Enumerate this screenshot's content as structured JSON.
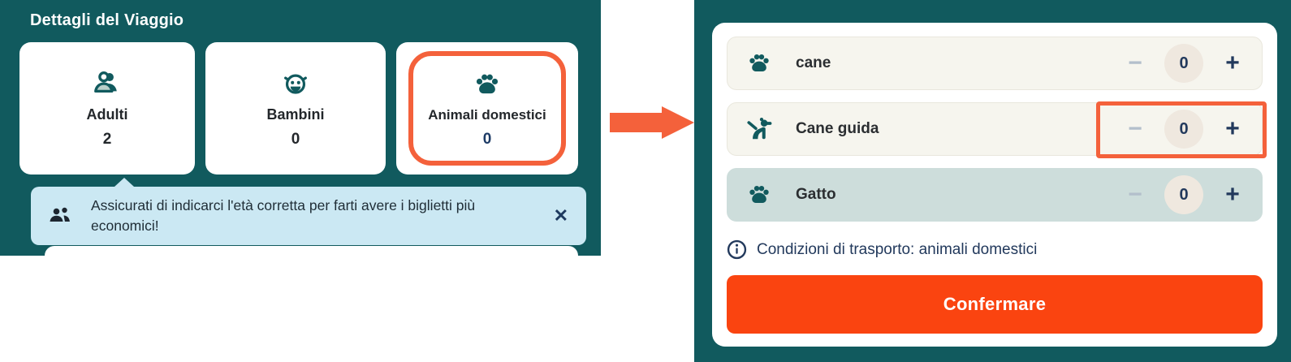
{
  "colors": {
    "teal": "#115a5e",
    "navy": "#22395c",
    "annotation_orange": "#f4613b",
    "button_orange": "#fa4410",
    "banner_blue": "#cbe8f3",
    "row_cream": "#f6f5ee",
    "row_selected": "#cddddb",
    "count_circle": "#efe8df"
  },
  "left_panel": {
    "title": "Dettagli del Viaggio",
    "cards": [
      {
        "icon": "adults-icon",
        "label": "Adulti",
        "value": "2"
      },
      {
        "icon": "child-icon",
        "label": "Bambini",
        "value": "0"
      },
      {
        "icon": "paw-icon",
        "label": "Animali domestici",
        "value": "0",
        "highlighted": true
      }
    ],
    "banner": {
      "icon": "passengers-icon",
      "text": "Assicurati di indicarci l'età corretta per farti avere i biglietti più economici!",
      "close_glyph": "✕"
    }
  },
  "arrow": {
    "icon": "arrow-right-icon"
  },
  "right_panel": {
    "rows": [
      {
        "icon": "paw-icon",
        "label": "cane",
        "count": "0"
      },
      {
        "icon": "guide-dog-icon",
        "label": "Cane guida",
        "count": "0",
        "stepper_highlighted": true
      },
      {
        "icon": "paw-icon",
        "label": "Gatto",
        "count": "0",
        "selected": true
      }
    ],
    "stepper": {
      "minus_glyph": "−",
      "plus_glyph": "+"
    },
    "conditions_link": {
      "icon": "info-icon",
      "text": "Condizioni di trasporto: animali domestici"
    },
    "confirm_button": "Confermare"
  }
}
